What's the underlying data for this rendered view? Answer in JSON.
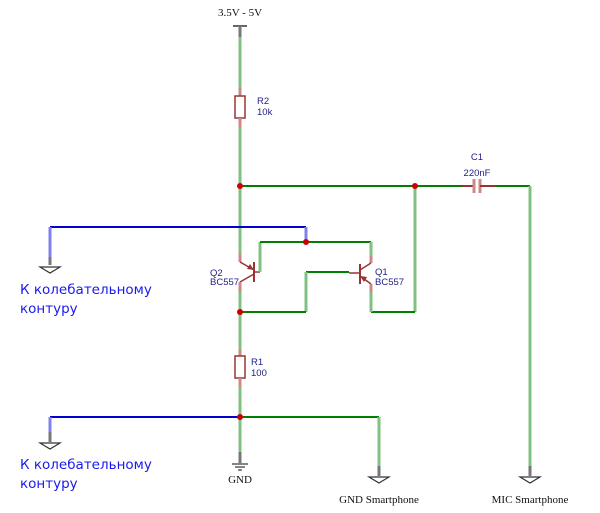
{
  "power": {
    "label": "3.5V - 5V"
  },
  "components": {
    "r2": {
      "ref": "R2",
      "value": "10k"
    },
    "r1": {
      "ref": "R1",
      "value": "100"
    },
    "c1": {
      "ref": "C1",
      "value": "220nF"
    },
    "q2": {
      "ref": "Q2",
      "value": "BC557"
    },
    "q1": {
      "ref": "Q1",
      "value": "BC557"
    }
  },
  "ports": {
    "tank_top": {
      "line1": "К колебательному",
      "line2": "контуру"
    },
    "tank_bottom": {
      "line1": "К колебательному",
      "line2": "контуру"
    },
    "gnd": "GND",
    "gnd_smartphone": "GND Smartphone",
    "mic_smartphone": "MIC Smartphone"
  },
  "colors": {
    "wire": "#008000",
    "tank_wire": "#0000cc",
    "component": "#993333",
    "junction": "#cc0000",
    "port_text": "#1a1aee"
  }
}
